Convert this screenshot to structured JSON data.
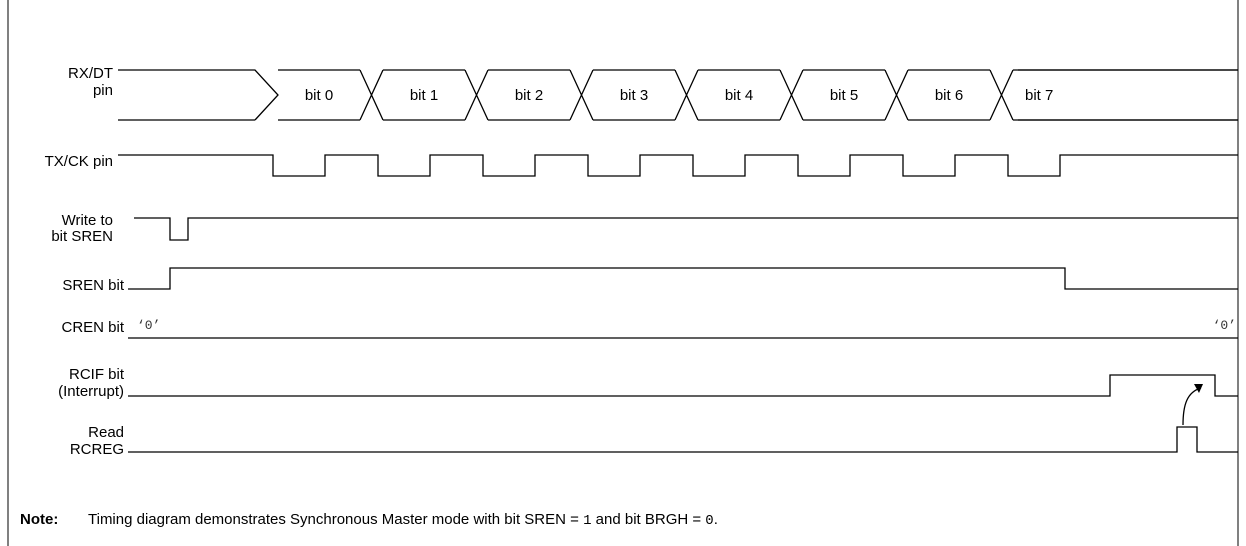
{
  "signals": {
    "rx_dt": {
      "line1": "RX/DT",
      "line2": "pin"
    },
    "tx_ck": {
      "line1": "TX/CK pin"
    },
    "write_sren": {
      "line1": "Write to",
      "line2": "bit SREN"
    },
    "sren_bit": {
      "line1": "SREN bit"
    },
    "cren_bit": {
      "line1": "CREN bit"
    },
    "rcif_bit": {
      "line1": "RCIF bit",
      "line2": "(Interrupt)"
    },
    "read_rcreg": {
      "line1": "Read",
      "line2": "RCREG"
    }
  },
  "data_bits": [
    "bit 0",
    "bit 1",
    "bit 2",
    "bit 3",
    "bit 4",
    "bit 5",
    "bit 6",
    "bit 7"
  ],
  "cren_value_start": "‘0’",
  "cren_value_end": "‘0’",
  "note": {
    "label": "Note:",
    "text_part1": "Timing diagram demonstrates Synchronous Master mode with bit SREN = ",
    "sren_value": "1",
    "text_part2": " and bit BRGH = ",
    "brgh_value": "0",
    "text_part3": "."
  }
}
